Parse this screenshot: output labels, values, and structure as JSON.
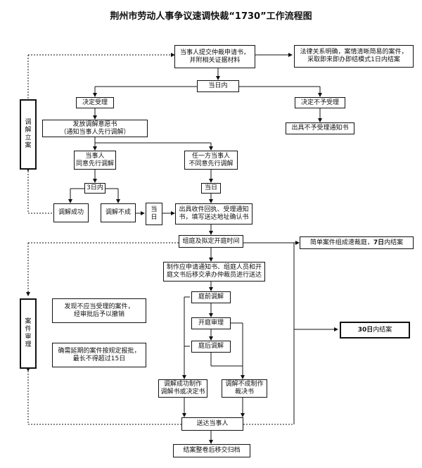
{
  "title": "荆州市劳动人事争议速调快裁“1730”工作流程图",
  "nodes": {
    "submit": "当事人提交仲裁申请书，\n并附相关证据材料",
    "fast_mode": "法律关系明确，案情清晰简易的案件，\n采取即来即办即结模式1日内结案",
    "same_day_1": "当日内",
    "accept": "决定受理",
    "reject": "决定不予受理",
    "reject_notice": "出具不予受理通知书",
    "mediation_notice": "发放调解意愿书\n（通知当事人先行调解）",
    "agree_mediation": "当事人\n同意先行调解",
    "disagree_mediation": "任一方当事人\n不同意先行调解",
    "three_days": "3日内",
    "same_day_2": "当日",
    "mediation_success": "调解成功",
    "mediation_fail": "调解不成",
    "same_day_3": "当\n日",
    "receipt": "出具收件回执、受理通知\n书，填写送达地址确认书",
    "left_mediation_case": "调\n解\n立\n案",
    "form_tribunal": "组庭及拟定开庭时间",
    "simple_case_prefix": "简单案件组成速裁庭，",
    "simple_case_days": "7日",
    "simple_case_suffix": "内结案",
    "prepare_notice": "制作应申请通知书、组庭人员和开\n庭文书后移交承办仲裁员进行送达",
    "pre_trial_mediation": "庭前调解",
    "trial": "开庭审理",
    "post_trial_mediation": "庭后调解",
    "left_case_review": "案\n件\n审\n理",
    "note_withdraw": "发现不应当受理的案件，\n经审批后予以撤销",
    "note_extend": "确需延期的案件按规定报批，\n最长不得超过15日",
    "thirty_days_num": "30日",
    "thirty_days_suffix": "内结案",
    "mediation_doc": "调解成功制作\n调解书或决定书",
    "award_doc": "调解不成制作\n裁决书",
    "deliver": "送达当事人",
    "archive": "结案整卷后移交归档"
  }
}
